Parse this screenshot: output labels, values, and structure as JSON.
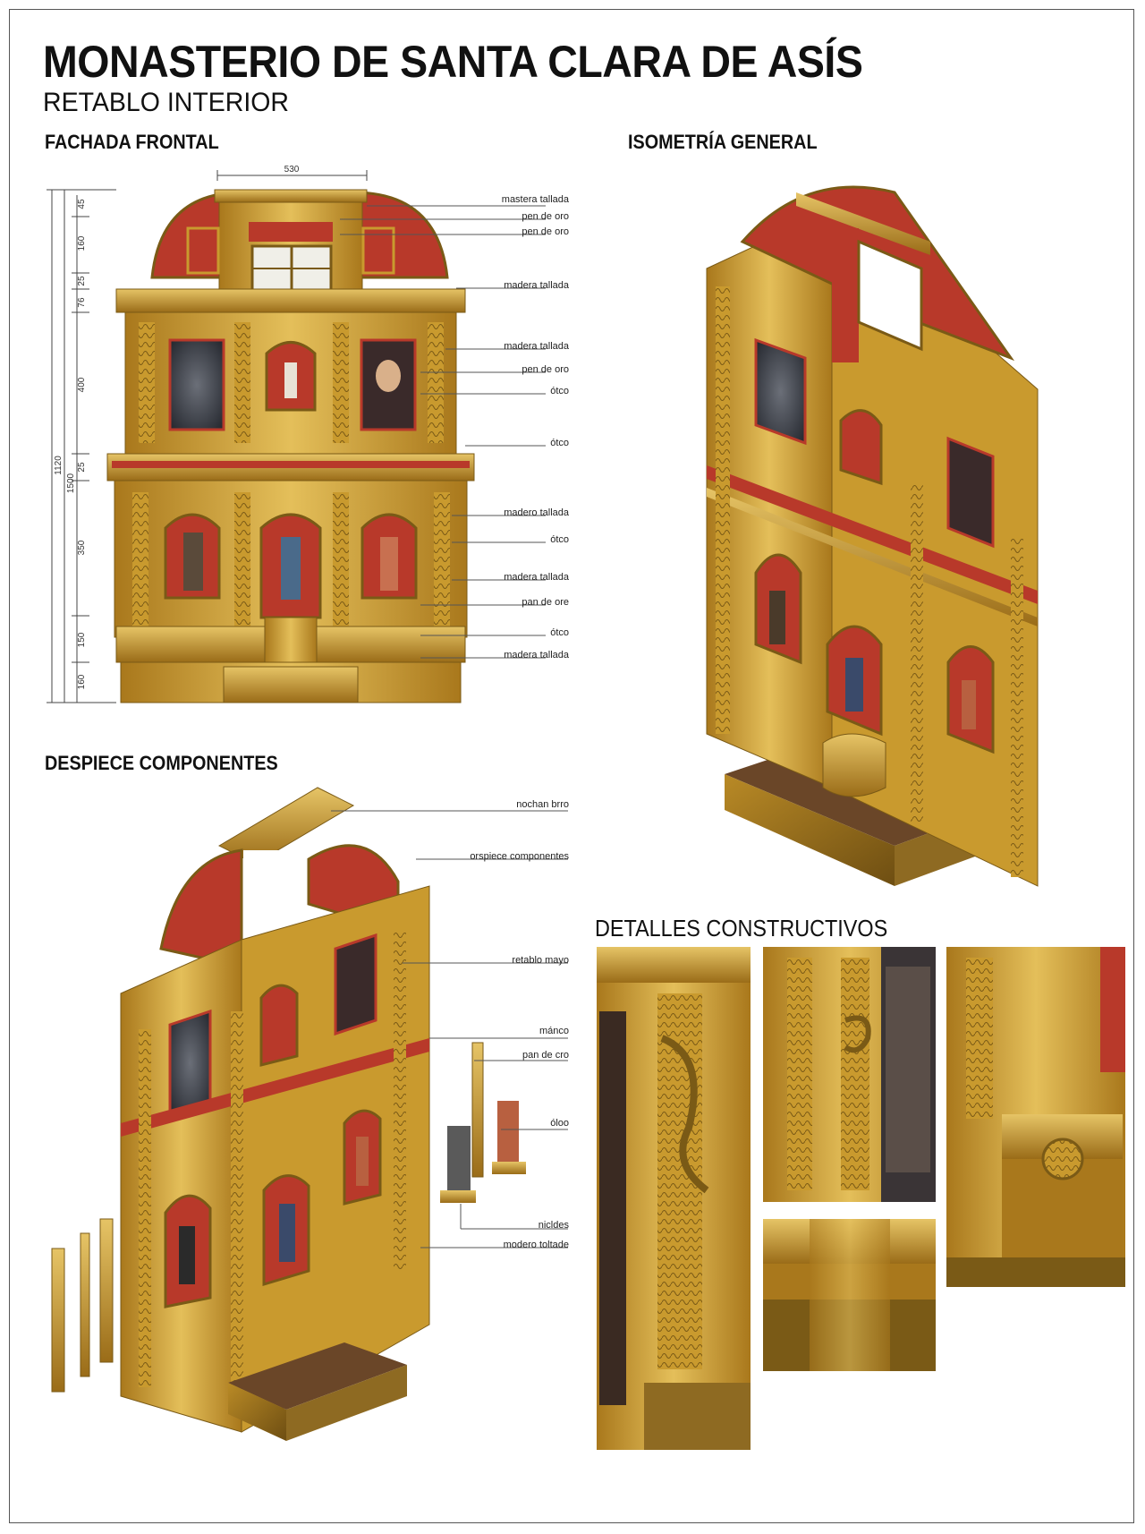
{
  "title": "MONASTERIO DE SANTA CLARA DE ASÍS",
  "subtitle": "RETABLO INTERIOR",
  "sections": {
    "front": "FACHADA FRONTAL",
    "iso": "ISOMETRÍA GENERAL",
    "exploded": "DESPIECE COMPONENTES",
    "details": "DETALLES CONSTRUCTIVOS"
  },
  "front_dims": {
    "width_label": "530",
    "total_label": "1120",
    "total2_label": "1500",
    "segments": [
      "45",
      "160",
      "25",
      "76",
      "400",
      "25",
      "350",
      "150",
      "160"
    ]
  },
  "front_callouts": [
    "mastera tallada",
    "pen de oro",
    "pen de oro",
    "madera tallada",
    "madera tallada",
    "pen de oro",
    "ótco",
    "ótco",
    "madero tallada",
    "ótco",
    "madera tallada",
    "pan de ore",
    "ótco",
    "madera tallada"
  ],
  "exploded_callouts": [
    "nochan brro",
    "orspiece componentes",
    "retablo mayo",
    "mánco",
    "pan de cro",
    "óloo",
    "nicldes",
    "modero toltade"
  ],
  "palette": {
    "gold": "#c99a2e",
    "gold_light": "#e4bf5a",
    "gold_dark": "#7a5a16",
    "red": "#b8392a",
    "wood": "#5a3a22"
  }
}
